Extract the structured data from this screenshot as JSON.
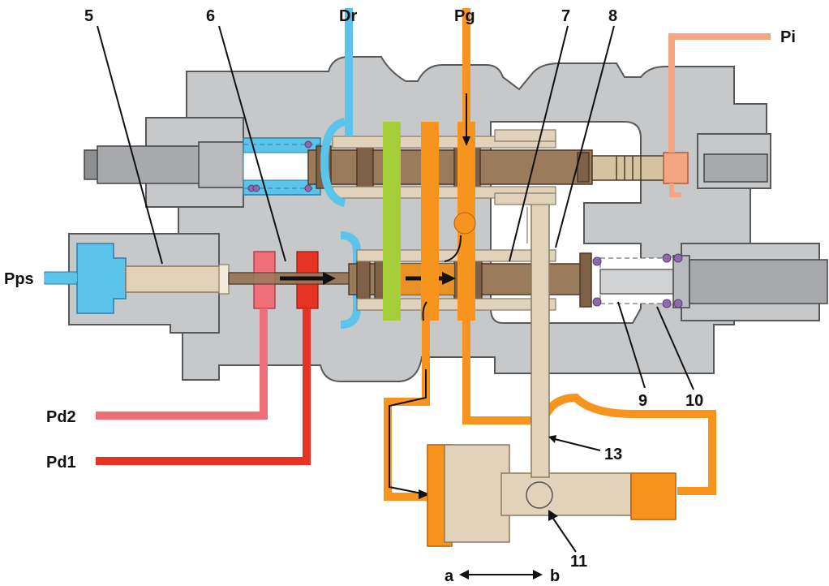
{
  "ports": {
    "dr": "Dr",
    "pg": "Pg",
    "pi": "Pi",
    "pps": "Pps",
    "pd2": "Pd2",
    "pd1": "Pd1"
  },
  "callouts": {
    "c5": "5",
    "c6": "6",
    "c7": "7",
    "c8": "8",
    "c9": "9",
    "c10": "10",
    "c11": "11",
    "c13": "13"
  },
  "direction": {
    "a": "a",
    "b": "b"
  },
  "colors": {
    "housing": "#c7c8ca",
    "housing_edge": "#58595b",
    "drain": "#5bc4ea",
    "pilot_gear": "#f7941d",
    "pilot_input": "#f4a582",
    "pd2": "#f0707a",
    "pd1": "#e63323",
    "spool": "#9a7b5c",
    "link": "#e0d2bb",
    "green_passage": "#a6ce39",
    "spring_ball": "#8e6aaa"
  }
}
